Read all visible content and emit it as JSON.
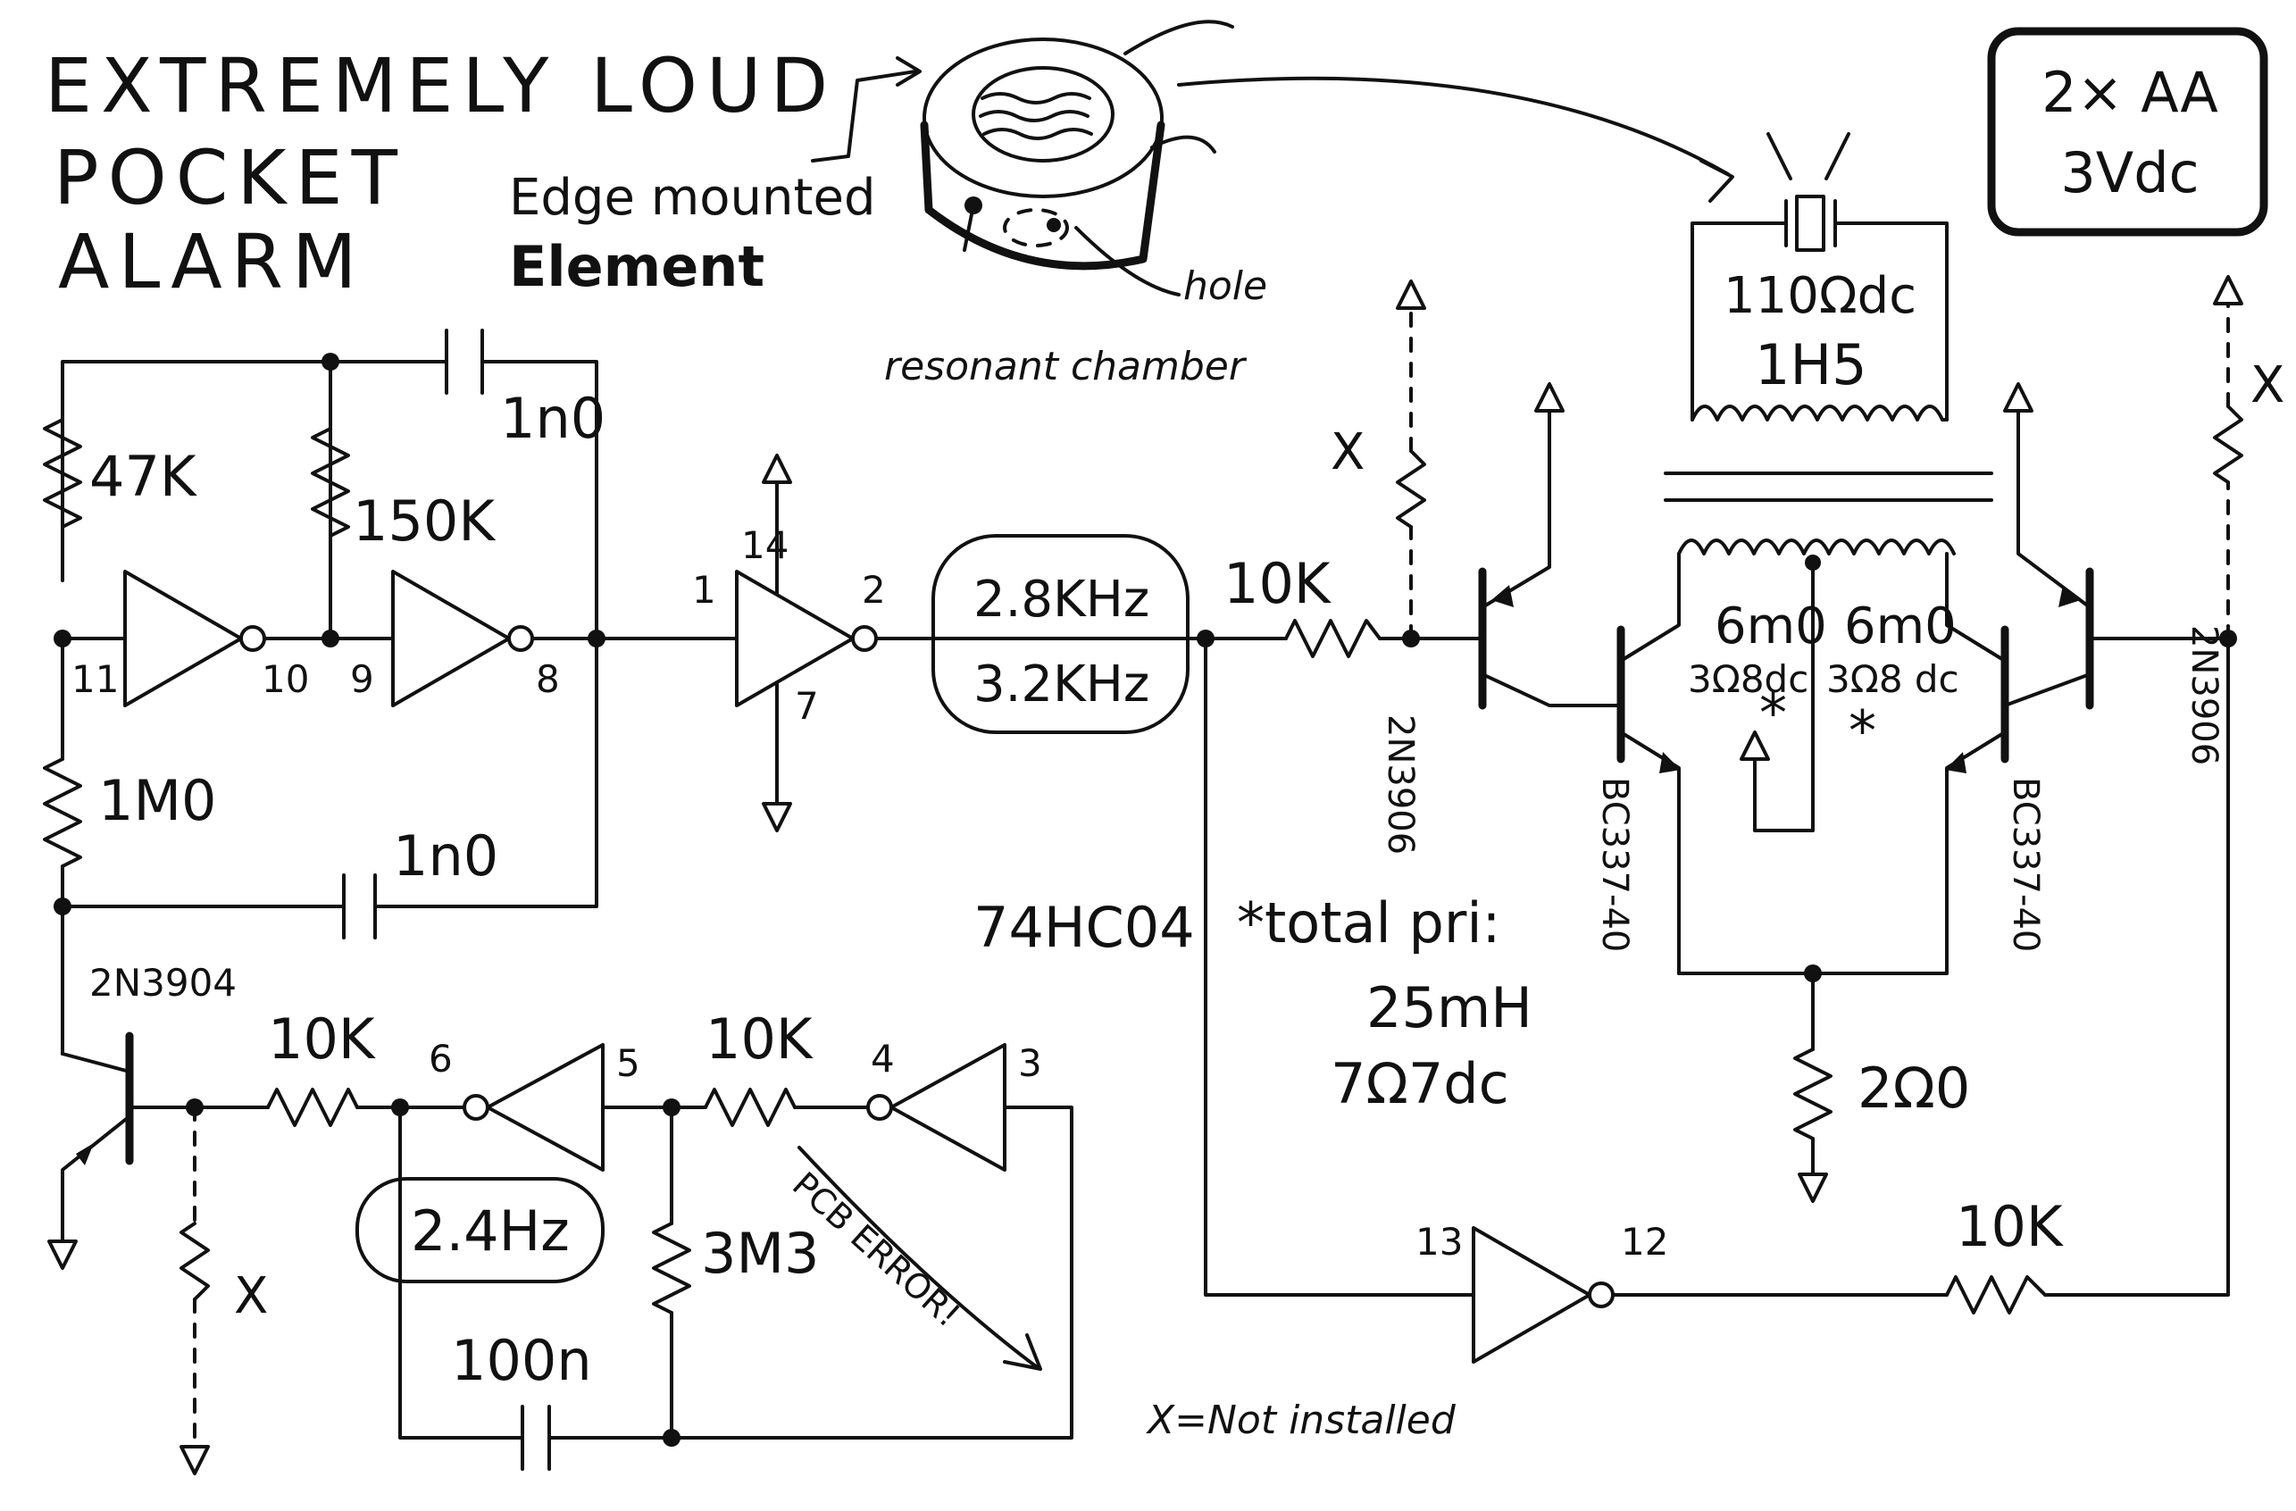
{
  "title": {
    "line1": "EXTREMELY LOUD",
    "line2": "POCKET",
    "line3": "ALARM"
  },
  "battery": {
    "line1": "2× AA",
    "line2": "3Vdc"
  },
  "element_sketch": {
    "label_line1": "Edge mounted",
    "label_line2": "Element",
    "hole_label": "hole",
    "chamber_label": "resonant chamber"
  },
  "chip_label": "74HC04",
  "resistors": {
    "r_47k": "47K",
    "r_150k": "150K",
    "r_1m0": "1M0",
    "r_10k_a": "10K",
    "r_10k_b": "10K",
    "r_10k_c": "10K",
    "r_10k_d": "10K",
    "r_3m3": "3M3",
    "r_2r0": "2Ω0"
  },
  "capacitors": {
    "c_1n0_top": "1n0",
    "c_1n0_bottom": "1n0",
    "c_100n": "100n"
  },
  "pins": {
    "p1": "1",
    "p2": "2",
    "p3": "3",
    "p4": "4",
    "p5": "5",
    "p6": "6",
    "p7": "7",
    "p8": "8",
    "p9": "9",
    "p10": "10",
    "p11": "11",
    "p12": "12",
    "p13": "13",
    "p14": "14"
  },
  "frequencies": {
    "high": "2.8KHz",
    "low": "3.2KHz",
    "blink": "2.4Hz"
  },
  "transistors": {
    "q_2n3904": "2N3904",
    "q_2n3906_left": "2N3906",
    "q_2n3906_right": "2N3906",
    "q_bc337_left": "BC337-40",
    "q_bc337_right": "BC337-40"
  },
  "transformer": {
    "secondary_res": "110Ωdc",
    "secondary_ind": "1H5",
    "primary_left_ind": "6m0",
    "primary_right_ind": "6m0",
    "primary_left_res": "3Ω8dc",
    "primary_right_res": "3Ω8 dc"
  },
  "notes": {
    "total_line1": "*total pri:",
    "total_line2": "25mH",
    "total_line3": "7Ω7dc",
    "pcb_error": "PCB ERROR!",
    "not_installed": "X=Not installed",
    "x_mark": "X",
    "asterisk": "*"
  }
}
